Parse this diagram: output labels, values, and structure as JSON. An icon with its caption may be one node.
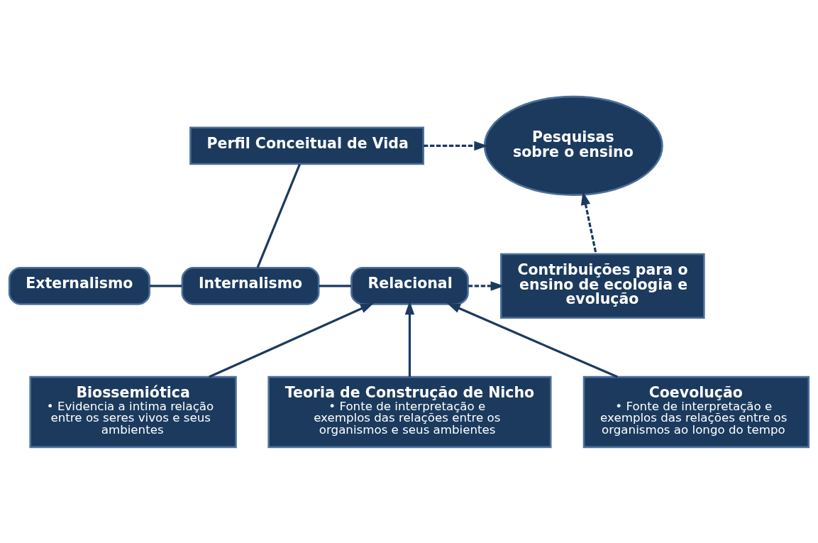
{
  "diagram": {
    "nodes": [
      {
        "text": [
          "Perfil Conceitual de Vida"
        ]
      },
      {
        "text": [
          "Pesquisas sobre o ensino"
        ]
      },
      {
        "text": [
          "Externalismo"
        ]
      },
      {
        "text": [
          "Internalismo"
        ]
      },
      {
        "text": [
          "Relacional"
        ]
      },
      {
        "text": [
          "Contribuições para o ensino de ecologia e evolução"
        ]
      },
      {
        "text": [
          "Biossemiótica",
          "• Evidencia a intima relação entre os seres vivos e seus ambientes"
        ]
      },
      {
        "text": [
          "Teoria de Construção de Nicho",
          "• Fonte de interpretação e exemplos das relações entre os organismos e seus ambientes"
        ]
      },
      {
        "text": [
          "Coevolução",
          "• Fonte de interpretação e exemplos das relações entre os organismos ao longo do tempo"
        ]
      }
    ],
    "edges": [
      {
        "from": 0,
        "to": 1,
        "arrow": "to",
        "style": "dashed"
      },
      {
        "from": 0,
        "to": 3,
        "arrow": "none"
      },
      {
        "from": 2,
        "to": 3,
        "arrow": "none"
      },
      {
        "from": 3,
        "to": 4,
        "arrow": "none"
      },
      {
        "from": 4,
        "to": 5,
        "arrow": "to",
        "style": "dashed"
      },
      {
        "from": 5,
        "to": 1,
        "arrow": "to",
        "style": "dashed"
      },
      {
        "from": 6,
        "to": 4,
        "arrow": "to"
      },
      {
        "from": 7,
        "to": 4,
        "arrow": "to"
      },
      {
        "from": 8,
        "to": 4,
        "arrow": "to"
      }
    ]
  }
}
